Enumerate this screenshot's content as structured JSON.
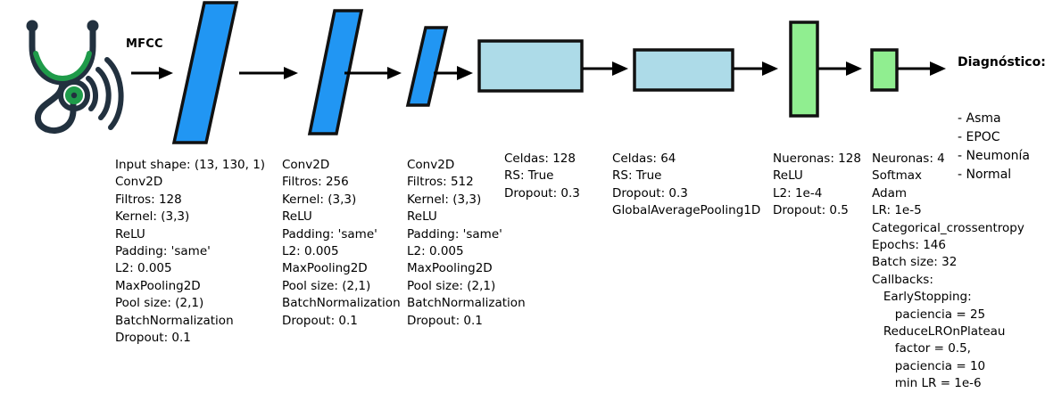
{
  "figure": {
    "type": "neural-network-architecture-diagram",
    "input_icon": "stethoscope-icon",
    "signal_icon": "sound-waves-icon",
    "transform_label": "MFCC"
  },
  "colors": {
    "conv_block": "#2196f3",
    "lstm_block": "#addbe8",
    "dense_block": "#90ee90",
    "outline": "#111111",
    "stethoscope_body": "#22313f",
    "stethoscope_accent": "#1f9b4a",
    "text": "#000000"
  },
  "blocks": [
    {
      "name": "conv-block-1",
      "shape": "parallelogram",
      "color": "#2196f3"
    },
    {
      "name": "conv-block-2",
      "shape": "parallelogram",
      "color": "#2196f3"
    },
    {
      "name": "conv-block-3",
      "shape": "parallelogram",
      "color": "#2196f3"
    },
    {
      "name": "lstm-block-1",
      "shape": "rectangle",
      "color": "#addbe8"
    },
    {
      "name": "lstm-block-2",
      "shape": "rectangle",
      "color": "#addbe8"
    },
    {
      "name": "dense-block-1",
      "shape": "rectangle",
      "color": "#90ee90"
    },
    {
      "name": "dense-block-2",
      "shape": "rectangle",
      "color": "#90ee90"
    }
  ],
  "annotations": {
    "col1": [
      "Input shape: (13, 130, 1)",
      "Conv2D",
      "Filtros: 128",
      "Kernel: (3,3)",
      "ReLU",
      "Padding: 'same'",
      "L2: 0.005",
      "MaxPooling2D",
      "Pool size: (2,1)",
      "BatchNormalization",
      "Dropout: 0.1"
    ],
    "col2": [
      "Conv2D",
      "Filtros: 256",
      "Kernel: (3,3)",
      "ReLU",
      "Padding: 'same'",
      "L2: 0.005",
      "MaxPooling2D",
      "Pool size: (2,1)",
      "BatchNormalization",
      "Dropout: 0.1"
    ],
    "col3": [
      "Conv2D",
      "Filtros: 512",
      "Kernel: (3,3)",
      "ReLU",
      "Padding: 'same'",
      "L2: 0.005",
      "MaxPooling2D",
      "Pool size: (2,1)",
      "BatchNormalization",
      "Dropout: 0.1"
    ],
    "col4": [
      "Celdas: 128",
      "RS: True",
      "Dropout: 0.3"
    ],
    "col5": [
      "Celdas: 64",
      "RS: True",
      "Dropout: 0.3",
      "GlobalAveragePooling1D"
    ],
    "col6": [
      "Nueronas: 128",
      "ReLU",
      "L2: 1e-4",
      "Dropout: 0.5"
    ],
    "col7": [
      "Neuronas: 4",
      "Softmax",
      "Adam",
      "LR: 1e-5",
      "Categorical_crossentropy",
      "Epochs: 146",
      "Batch size: 32",
      "Callbacks:",
      "   EarlyStopping:",
      "      paciencia = 25",
      "   ReduceLROnPlateau",
      "      factor = 0.5,",
      "      paciencia = 10",
      "      min LR = 1e-6"
    ]
  },
  "output": {
    "title": "Diagnóstico:",
    "classes": [
      "- Asma",
      "- EPOC",
      "- Neumonía",
      "- Normal"
    ]
  }
}
